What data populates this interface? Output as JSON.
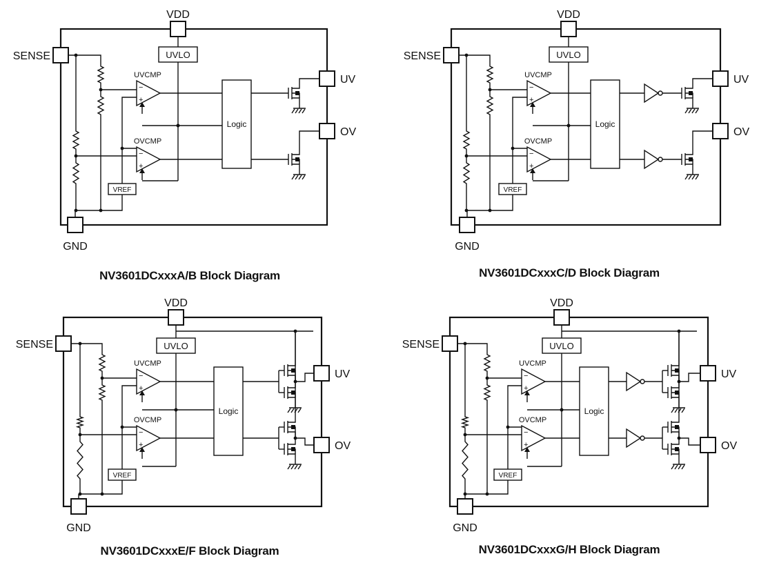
{
  "labels": {
    "vdd": "VDD",
    "sense": "SENSE",
    "gnd": "GND",
    "uv": "UV",
    "ov": "OV",
    "uvlo": "UVLO",
    "vref": "VREF",
    "logic": "Logic",
    "uvcmp": "UVCMP",
    "ovcmp": "OVCMP",
    "minus": "−",
    "plus": "+"
  },
  "diagrams": [
    {
      "caption": "NV3601DCxxxA/B Block Diagram",
      "output": "nmos",
      "inverter": false
    },
    {
      "caption": "NV3601DCxxxC/D Block Diagram",
      "output": "nmos",
      "inverter": true
    },
    {
      "caption": "NV3601DCxxxE/F Block Diagram",
      "output": "cmos",
      "inverter": false
    },
    {
      "caption": "NV3601DCxxxG/H Block Diagram",
      "output": "cmos",
      "inverter": true
    }
  ]
}
